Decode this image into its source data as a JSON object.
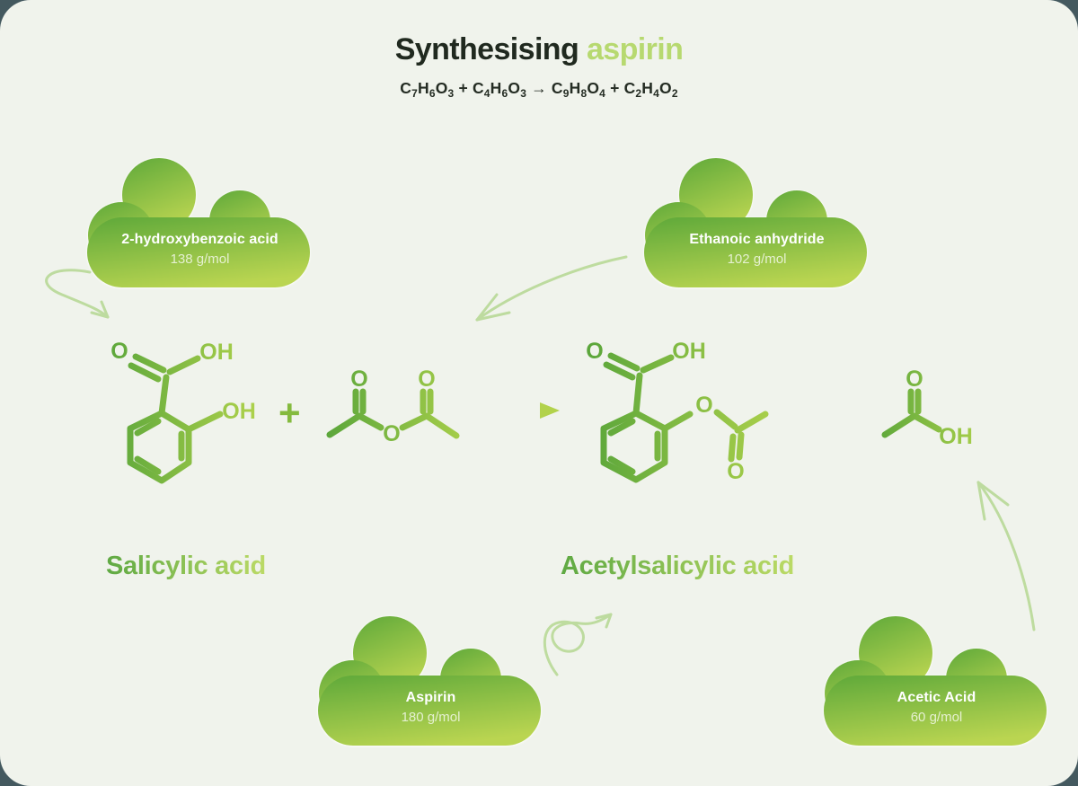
{
  "header": {
    "title_dark": "Synthesising",
    "title_accent": "aspirin",
    "equation_tokens": [
      {
        "t": "C"
      },
      {
        "sub": "7"
      },
      {
        "t": "H"
      },
      {
        "sub": "6"
      },
      {
        "t": "O"
      },
      {
        "sub": "3"
      },
      {
        "t": " + "
      },
      {
        "t": "C"
      },
      {
        "sub": "4"
      },
      {
        "t": "H"
      },
      {
        "sub": "6"
      },
      {
        "t": "O"
      },
      {
        "sub": "3"
      },
      {
        "t": " → "
      },
      {
        "t": "C"
      },
      {
        "sub": "9"
      },
      {
        "t": "H"
      },
      {
        "sub": "8"
      },
      {
        "t": "O"
      },
      {
        "sub": "4"
      },
      {
        "t": " + "
      },
      {
        "t": "C"
      },
      {
        "sub": "2"
      },
      {
        "t": "H"
      },
      {
        "sub": "4"
      },
      {
        "t": "O"
      },
      {
        "sub": "2"
      }
    ]
  },
  "clouds": [
    {
      "title": "2-hydroxybenzoic acid",
      "mass": "138 g/mol"
    },
    {
      "title": "Ethanoic anhydride",
      "mass": "102 g/mol"
    },
    {
      "title": "Aspirin",
      "mass": "180 g/mol"
    },
    {
      "title": "Acetic Acid",
      "mass": "60 g/mol"
    }
  ],
  "labels": {
    "reactant": "Salicylic acid",
    "product": "Acetylsalicylic acid",
    "plus": "+"
  },
  "atoms": {
    "o": "O",
    "oh": "OH"
  },
  "colors": {
    "canvas_bg": "#f0f3ec",
    "outside_bg": "#44595f",
    "title_dark": "#20291f",
    "title_accent": "#b7d970",
    "cloud_gradient_start": "#66ad3c",
    "cloud_gradient_end": "#bad551",
    "structure_gradient_start": "#57a43a",
    "structure_gradient_end": "#abd04b",
    "sketch_arrow": "#b5d792",
    "plus_sign": "#84ba3e"
  }
}
